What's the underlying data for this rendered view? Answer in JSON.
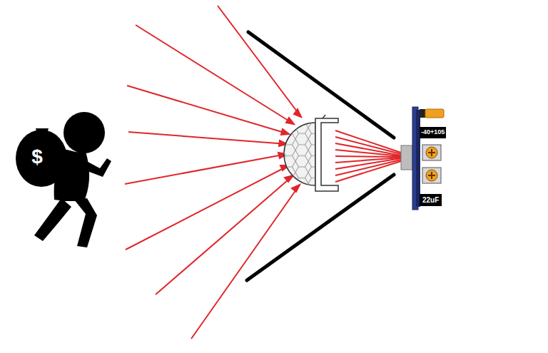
{
  "diagram": {
    "labels": [
      "$",
      "-40+105",
      "22uF"
    ]
  }
}
